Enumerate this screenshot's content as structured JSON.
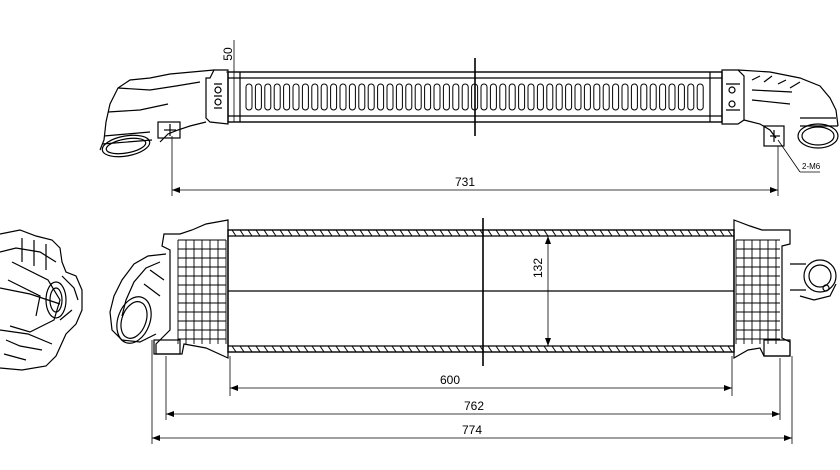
{
  "dimensions": {
    "top_width": "731",
    "top_height": "50",
    "thread": "2-M6",
    "front_height": "132",
    "core_width": "600",
    "width_762": "762",
    "overall_width": "774"
  },
  "colors": {
    "line": "#000000",
    "background": "#ffffff"
  }
}
